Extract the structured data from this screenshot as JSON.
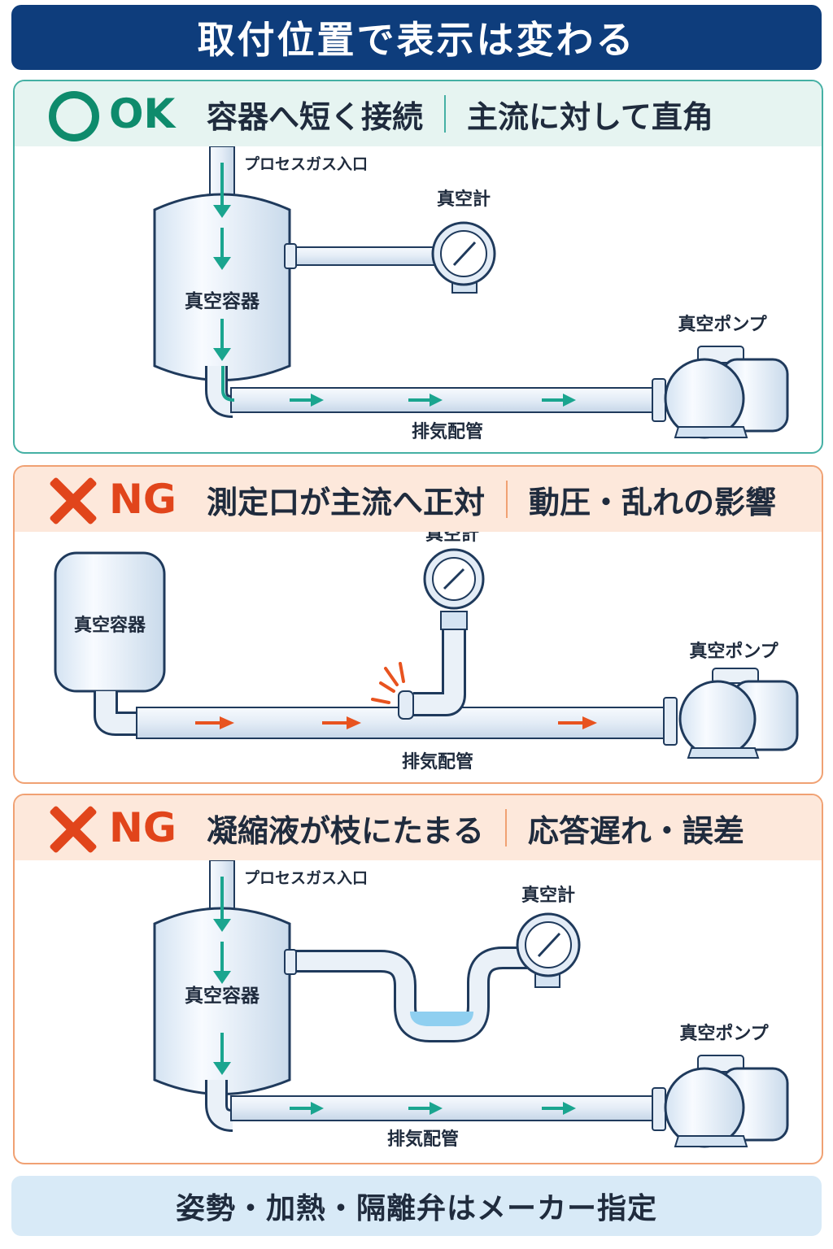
{
  "title": "取付位置で表示は変わる",
  "panels": {
    "ok": {
      "verdict": "OK",
      "cause": "容器へ短く接続",
      "effect": "主流に対して直角",
      "labels": {
        "inlet": "プロセスガス入口",
        "vessel": "真空容器",
        "gauge": "真空計",
        "pump": "真空ポンプ",
        "pipe": "排気配管"
      }
    },
    "ng1": {
      "verdict": "NG",
      "cause": "測定口が主流へ正対",
      "effect": "動圧・乱れの影響",
      "labels": {
        "vessel": "真空容器",
        "gauge": "真空計",
        "pump": "真空ポンプ",
        "pipe": "排気配管"
      }
    },
    "ng2": {
      "verdict": "NG",
      "cause": "凝縮液が枝にたまる",
      "effect": "応答遅れ・誤差",
      "labels": {
        "inlet": "プロセスガス入口",
        "vessel": "真空容器",
        "gauge": "真空計",
        "pump": "真空ポンプ",
        "pipe": "排気配管"
      }
    }
  },
  "footer": "姿勢・加熱・隔離弁はメーカー指定",
  "colors": {
    "ok": "#0e8b6c",
    "ng": "#e1451b",
    "title_bg": "#0e3d7c",
    "flow_ok": "#1aa58f",
    "flow_ng": "#e8531f",
    "liquid": "#8fcff0"
  }
}
